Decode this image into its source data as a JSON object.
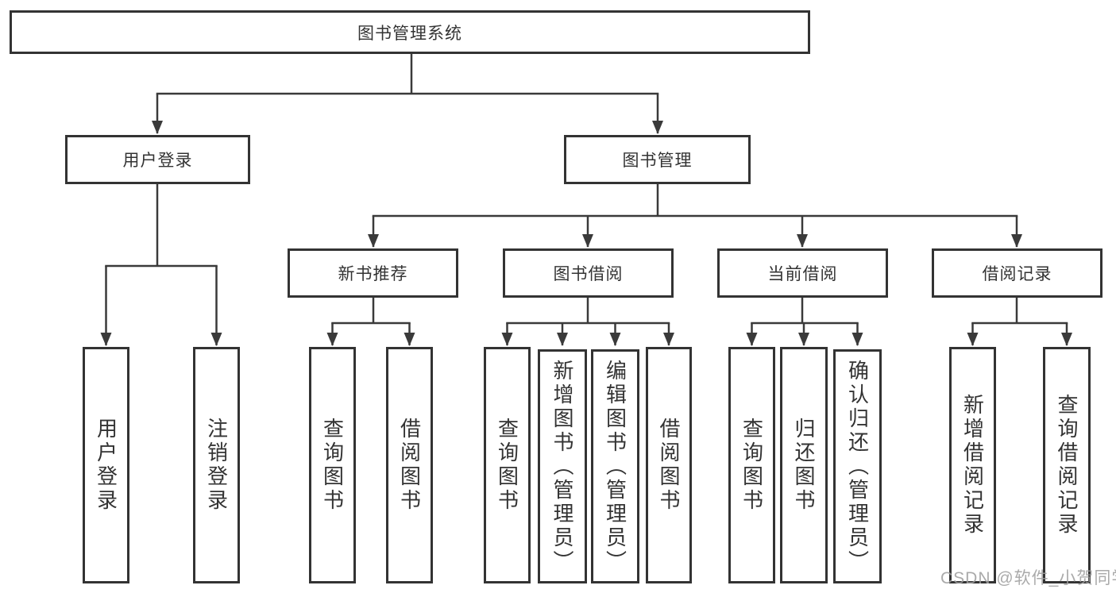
{
  "tree": {
    "label": "图书管理系统",
    "children": [
      {
        "label": "用户登录",
        "children": [
          {
            "label": "用户登录"
          },
          {
            "label": "注销登录"
          }
        ]
      },
      {
        "label": "图书管理",
        "children": [
          {
            "label": "新书推荐",
            "children": [
              {
                "label": "查询图书"
              },
              {
                "label": "借阅图书"
              }
            ]
          },
          {
            "label": "图书借阅",
            "children": [
              {
                "label": "查询图书"
              },
              {
                "label": "新增图书（管理员）"
              },
              {
                "label": "编辑图书（管理员）"
              },
              {
                "label": "借阅图书"
              }
            ]
          },
          {
            "label": "当前借阅",
            "children": [
              {
                "label": "查询图书"
              },
              {
                "label": "归还图书"
              },
              {
                "label": "确认归还（管理员）"
              }
            ]
          },
          {
            "label": "借阅记录",
            "children": [
              {
                "label": "新增借阅记录"
              },
              {
                "label": "查询借阅记录"
              }
            ]
          }
        ]
      }
    ]
  },
  "watermark": "CSDN @软件_小贺同学",
  "colors": {
    "line": "#3a3a3a",
    "box_border": "#333333",
    "text": "#333333",
    "watermark": "#9e9e9e",
    "background": "#ffffff"
  }
}
